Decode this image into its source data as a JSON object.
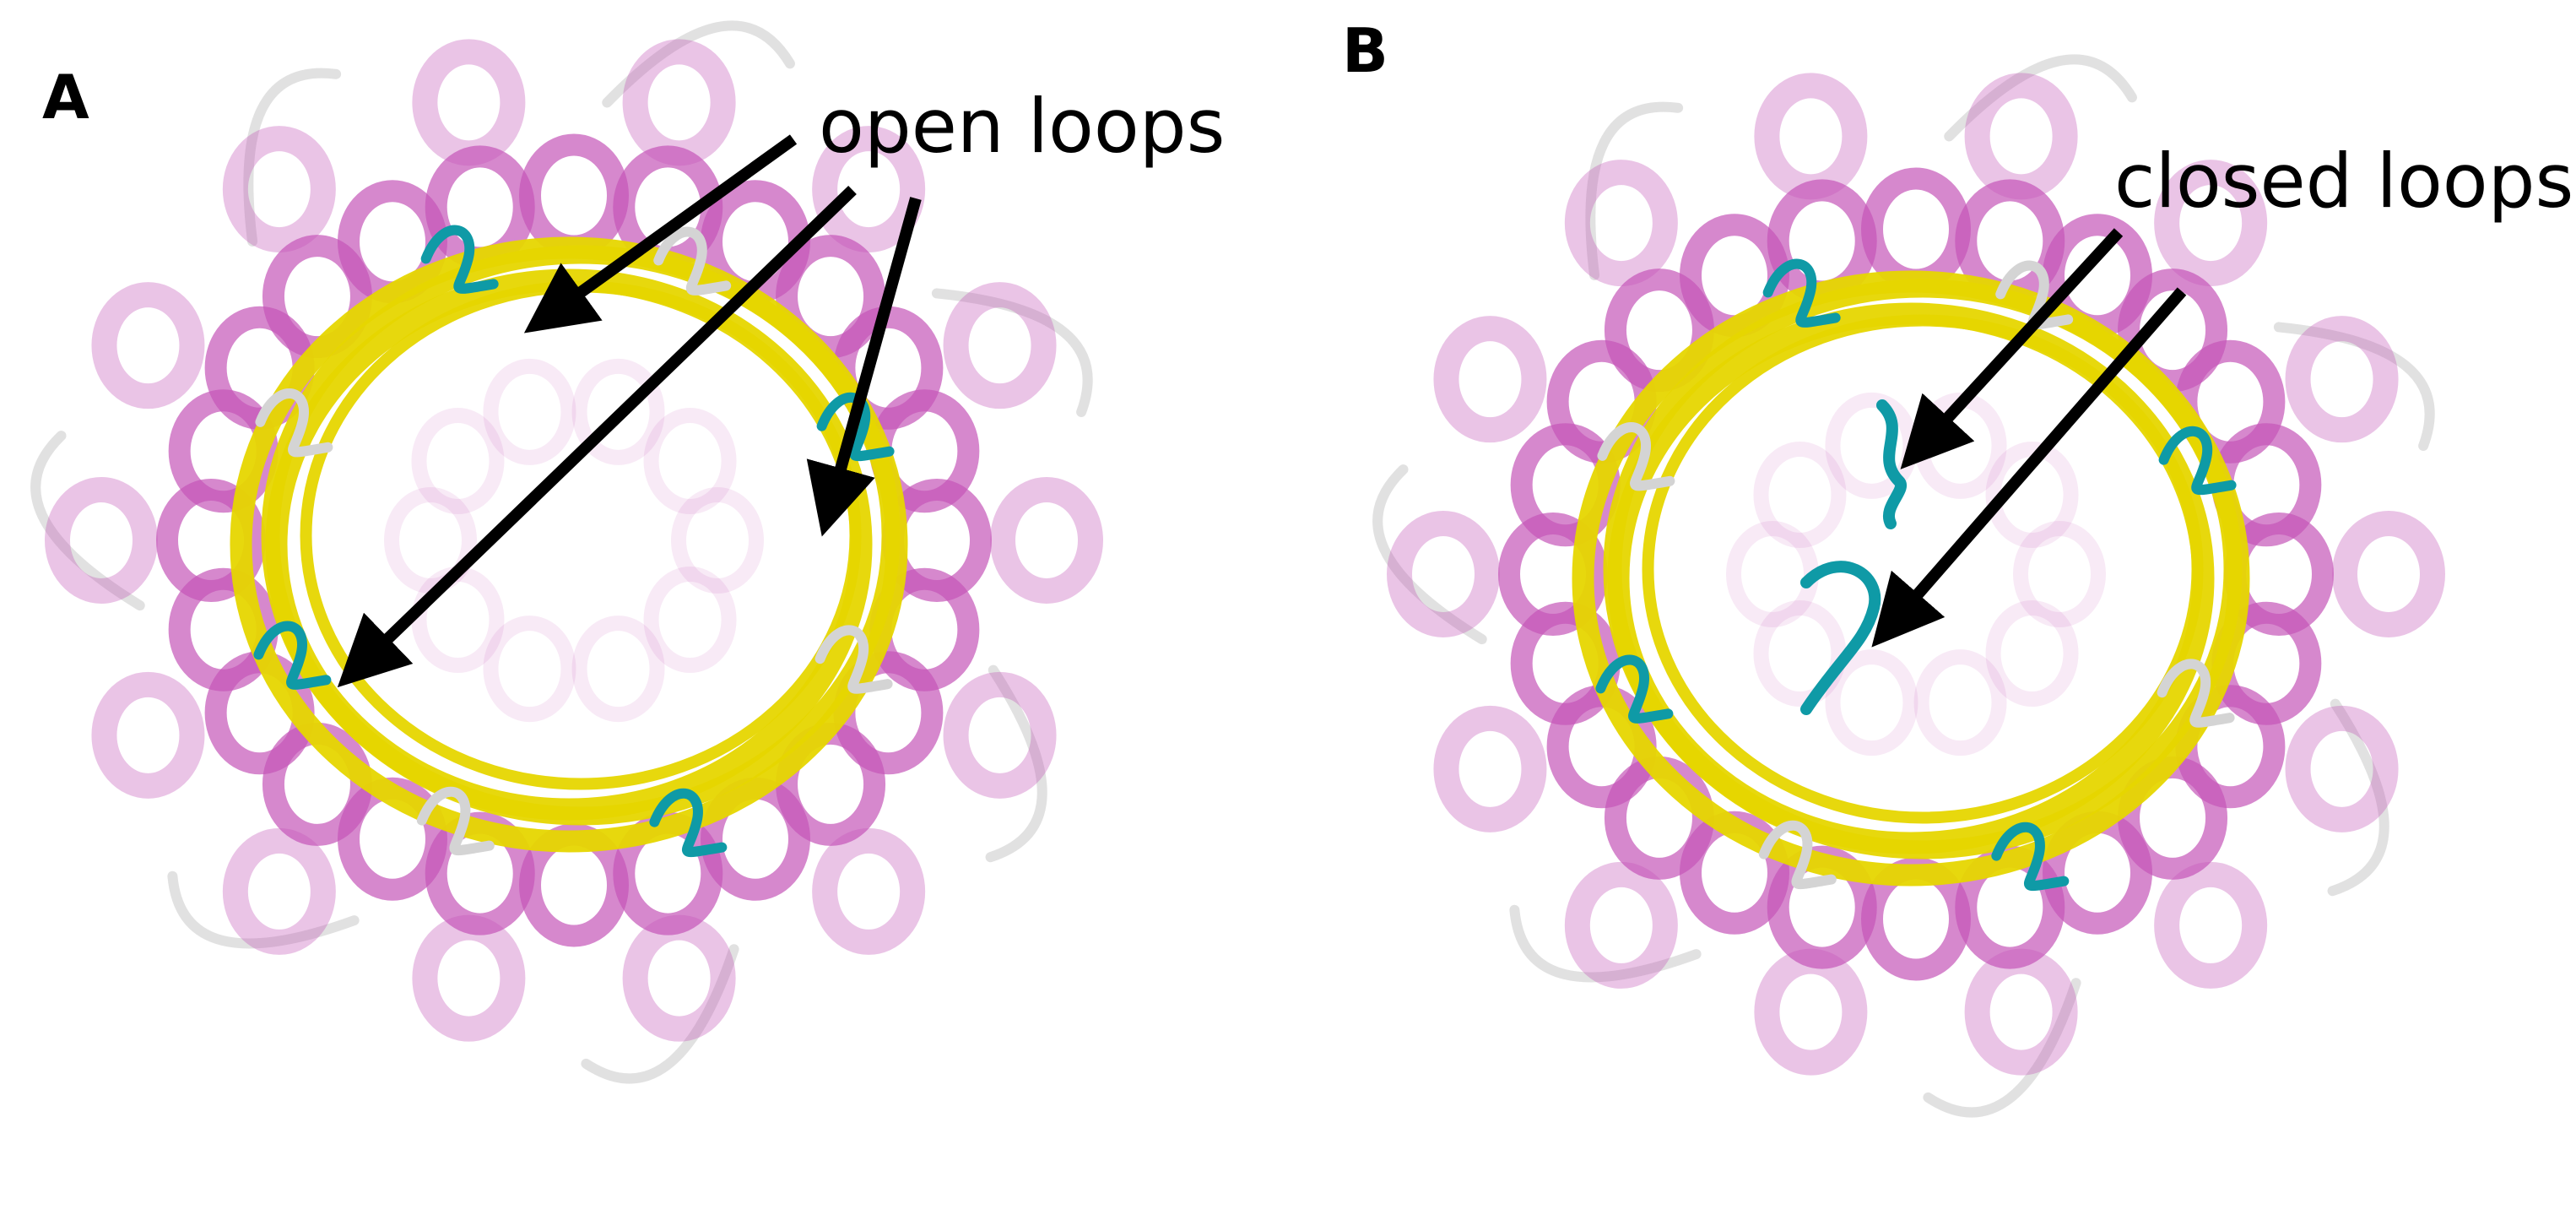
{
  "panels": [
    {
      "letter": "A",
      "label": "open loops",
      "state": "open",
      "colors": {
        "helix": "#c455b8",
        "sheet": "#e6d600",
        "loop": "#0f9aa6",
        "coil": "#d4d4d4",
        "arrow": "#000000"
      }
    },
    {
      "letter": "B",
      "label": "closed loops",
      "state": "closed",
      "colors": {
        "helix": "#c455b8",
        "sheet": "#e6d600",
        "loop": "#0f9aa6",
        "coil": "#d4d4d4",
        "arrow": "#000000"
      }
    }
  ]
}
